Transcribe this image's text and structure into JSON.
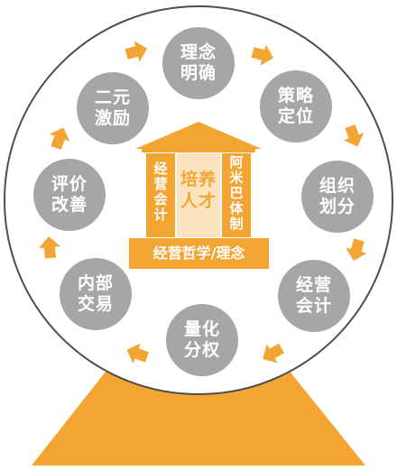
{
  "colors": {
    "orange": "#f2a533",
    "gray": "#a6a6a6",
    "outline": "#4d4d4d",
    "white": "#ffffff",
    "cream": "#fbe3bd"
  },
  "center": {
    "title": "培养\n人才",
    "left_pillar": "经营会计",
    "right_pillar": "阿米巴体制",
    "base": "经营哲学/理念"
  },
  "cycle": [
    {
      "id": "n1",
      "label": "理念\n明确"
    },
    {
      "id": "n2",
      "label": "策略\n定位"
    },
    {
      "id": "n3",
      "label": "组织\n划分"
    },
    {
      "id": "n4",
      "label": "经营\n会计"
    },
    {
      "id": "n5",
      "label": "量化\n分权"
    },
    {
      "id": "n6",
      "label": "内部\n交易"
    },
    {
      "id": "n7",
      "label": "评价\n改善"
    },
    {
      "id": "n8",
      "label": "二元\n激励"
    }
  ]
}
